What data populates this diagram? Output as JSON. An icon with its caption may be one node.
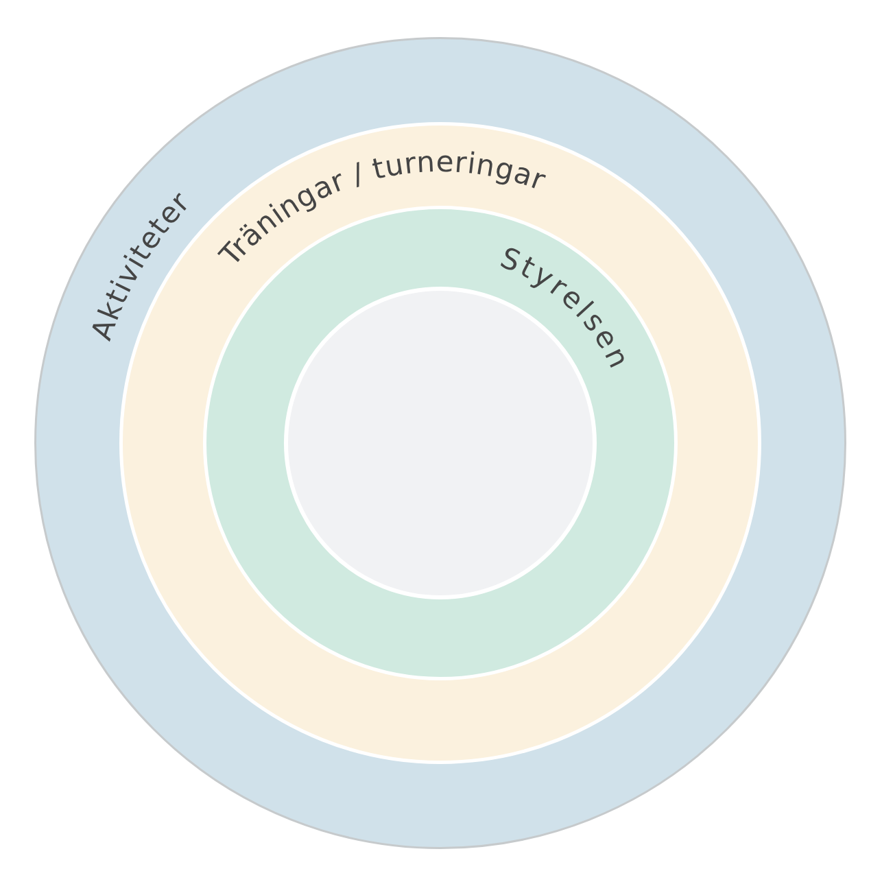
{
  "diagram": {
    "nodes": [
      {
        "text": [
          "Aktiviteter"
        ]
      },
      {
        "text": [
          "Träningar / turneringar"
        ],
        "in": 0
      },
      {
        "text": [
          "Styrelsen"
        ],
        "in": 1
      },
      {
        "text": [],
        "shape": "circle",
        "in": 2
      }
    ]
  }
}
